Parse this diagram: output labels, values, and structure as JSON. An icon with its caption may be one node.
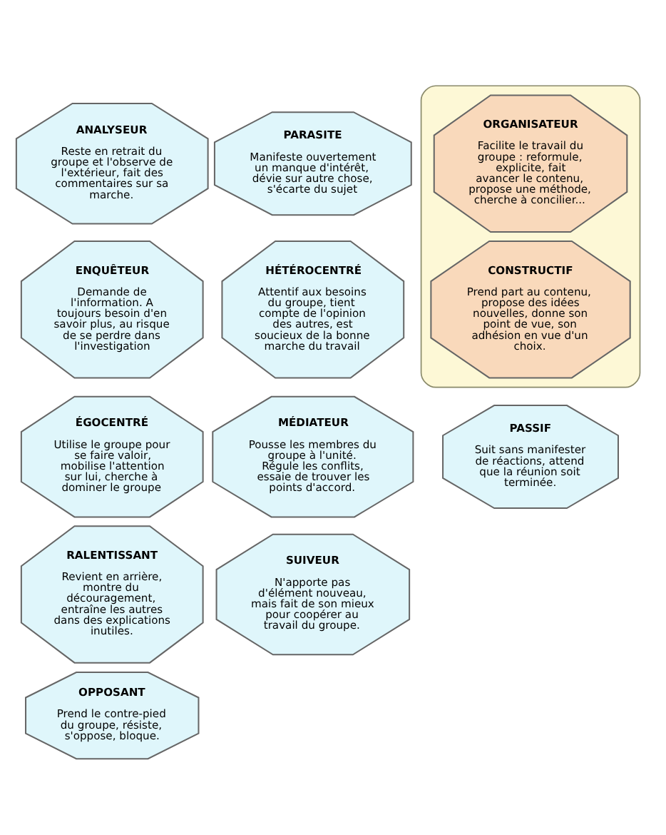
{
  "diagram": {
    "nodes": [
      {
        "text": [
          "ANALYSEUR",
          "Reste en retrait du groupe et l'observe de l'extérieur, fait des commentaires sur sa marche."
        ]
      },
      {
        "text": [
          "PARASITE",
          "Manifeste ouvertement un manque d'intérêt, dévie sur autre chose, s'écarte du sujet"
        ]
      },
      {
        "text": [
          "ENQUÊTEUR",
          "Demande de l'information. A toujours besoin d'en savoir plus, au risque de se perdre dans l'investigation"
        ]
      },
      {
        "text": [
          "HÉTÉROCENTRÉ",
          "Attentif aux besoins du groupe, tient compte de l'opinion des autres, est soucieux de la bonne marche du travail"
        ]
      },
      {
        "text": [],
        "shape": "ellipse"
      },
      {
        "text": [
          "ORGANISATEUR",
          "Facilite le travail du groupe : reformule, explicite, fait avancer le contenu, propose une méthode, cherche à concilier..."
        ],
        "in": 4
      },
      {
        "text": [
          "CONSTRUCTIF",
          "Prend part au contenu, propose des idées nouvelles, donne son point de vue, son adhésion en vue d'un choix."
        ],
        "in": 4
      },
      {
        "text": [
          "ÉGOCENTRÉ",
          "Utilise le groupe pour se faire valoir, mobilise l'attention sur lui, cherche à dominer le groupe"
        ]
      },
      {
        "text": [
          "MÉDIATEUR",
          "Pousse les membres du groupe à l'unité. Régule les conflits, essaie de trouver les points d'accord."
        ]
      },
      {
        "text": [
          "RALENTISSANT",
          "Revient en arrière, montre du découragement, entraîne les autres dans des explications inutiles."
        ]
      },
      {
        "text": [
          "OPPOSANT",
          "Prend le contre-pied du groupe, résiste, s'oppose, bloque."
        ]
      },
      {
        "text": [
          "PASSIF",
          "Suit sans manifester de réactions, attend que la réunion soit terminée."
        ]
      },
      {
        "text": [
          "SUIVEUR",
          "N'apporte pas d'élément nouveau, mais fait de son mieux pour coopérer au travail du groupe."
        ]
      }
    ],
    "edges": []
  }
}
